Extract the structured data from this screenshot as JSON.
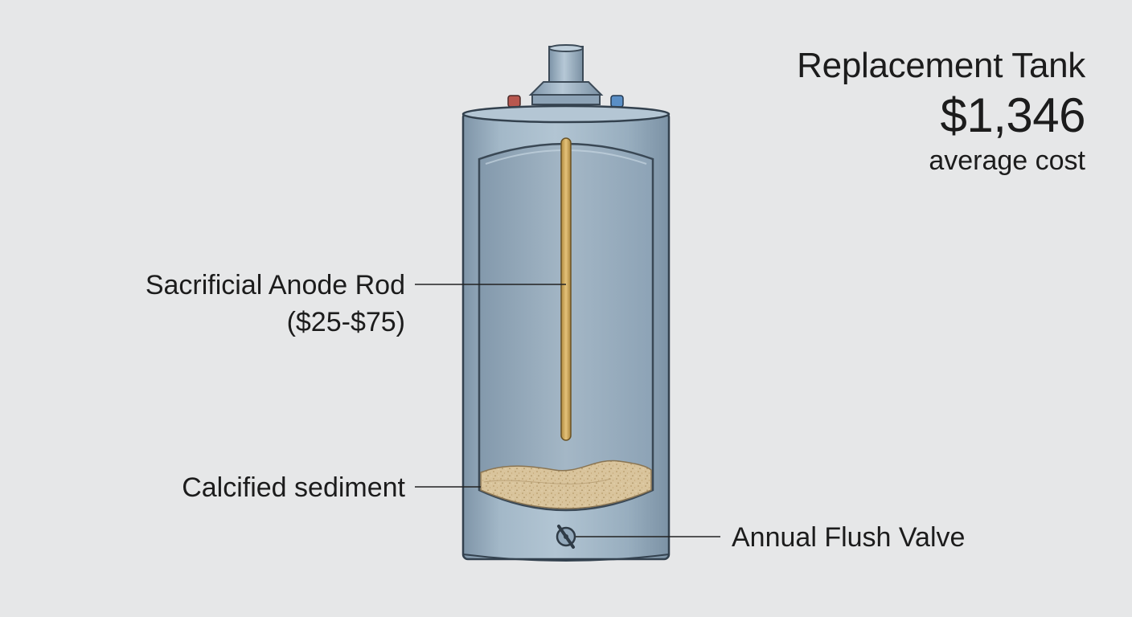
{
  "header": {
    "title": "Replacement Tank",
    "amount": "$1,346",
    "subtitle": "average cost"
  },
  "callouts": {
    "anode": {
      "label": "Sacrificial Anode Rod",
      "price": "($25-$75)"
    },
    "sediment": {
      "label": "Calcified sediment"
    },
    "valve": {
      "label": "Annual Flush Valve"
    }
  },
  "colors": {
    "background": "#e6e7e8",
    "tank_steel": "#8fa6b8",
    "inner_cavity": "#9fb3c3",
    "anode_rod": "#d1aa5e",
    "sediment": "#d8c39b",
    "hot_inlet": "#b8574f",
    "cold_inlet": "#5a8fc6"
  },
  "icons": [
    "flush-valve-icon"
  ]
}
